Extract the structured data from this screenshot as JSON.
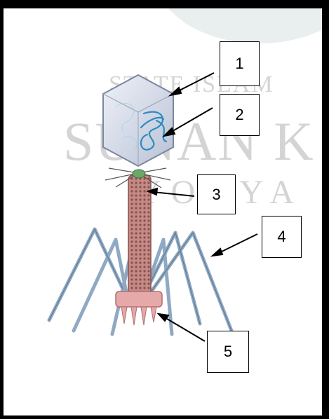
{
  "labels": [
    "1",
    "2",
    "3",
    "4",
    "5"
  ],
  "watermark": {
    "line1": "STATE ISLAM",
    "line2": "SUNAN K",
    "line3": "YOGYA"
  },
  "colors": {
    "capsid": "#cfd6e6",
    "dna": "#2f8fb8",
    "tail_sheath": "#b77b77",
    "baseplate": "#e3a5a5",
    "tail_fibers": "#7f9cb8",
    "collar": "#5a9a5a"
  }
}
